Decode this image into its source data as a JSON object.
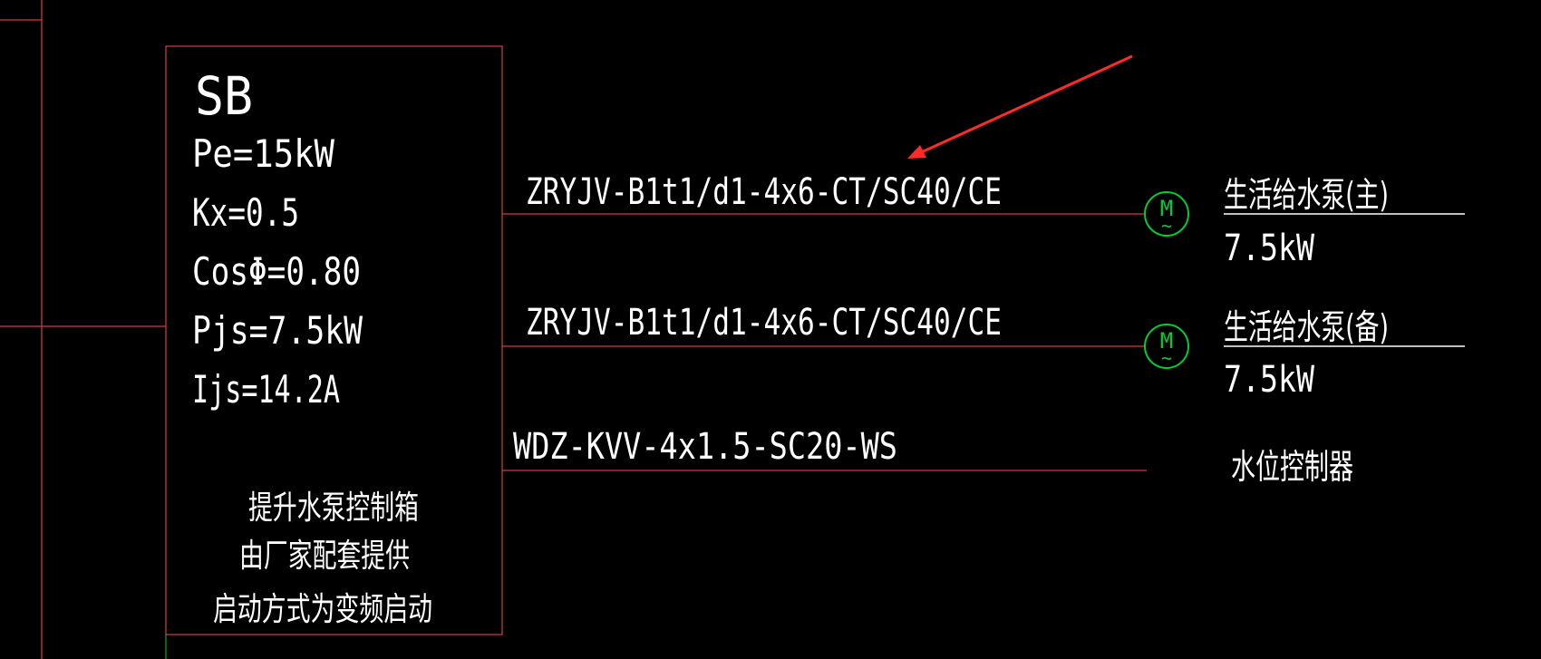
{
  "colors": {
    "background": "#000000",
    "line": "#ff4b4b",
    "motor": "#00cc33",
    "arrow": "#ff2a2a",
    "text": "#ffffff"
  },
  "panel": {
    "name": "SB",
    "pe": "Pe=15kW",
    "kx": "Kx=0.5",
    "cos": "CosΦ=0.80",
    "pjs": "Pjs=7.5kW",
    "ijs": "Ijs=14.2A",
    "note_1": "提升水泵控制箱",
    "note_2": "由厂家配套提供",
    "note_3": "启动方式为变频启动"
  },
  "circuits": [
    {
      "cable": "ZRYJV-B1t1/d1-4x6-CT/SC40/CE",
      "motor_symbol": "M",
      "motor_sub": "~",
      "load_name": "生活给水泵(主)",
      "load_power": "7.5kW"
    },
    {
      "cable": "ZRYJV-B1t1/d1-4x6-CT/SC40/CE",
      "motor_symbol": "M",
      "motor_sub": "~",
      "load_name": "生活给水泵(备)",
      "load_power": "7.5kW"
    },
    {
      "cable": "WDZ-KVV-4x1.5-SC20-WS",
      "load_name": "水位控制器"
    }
  ]
}
